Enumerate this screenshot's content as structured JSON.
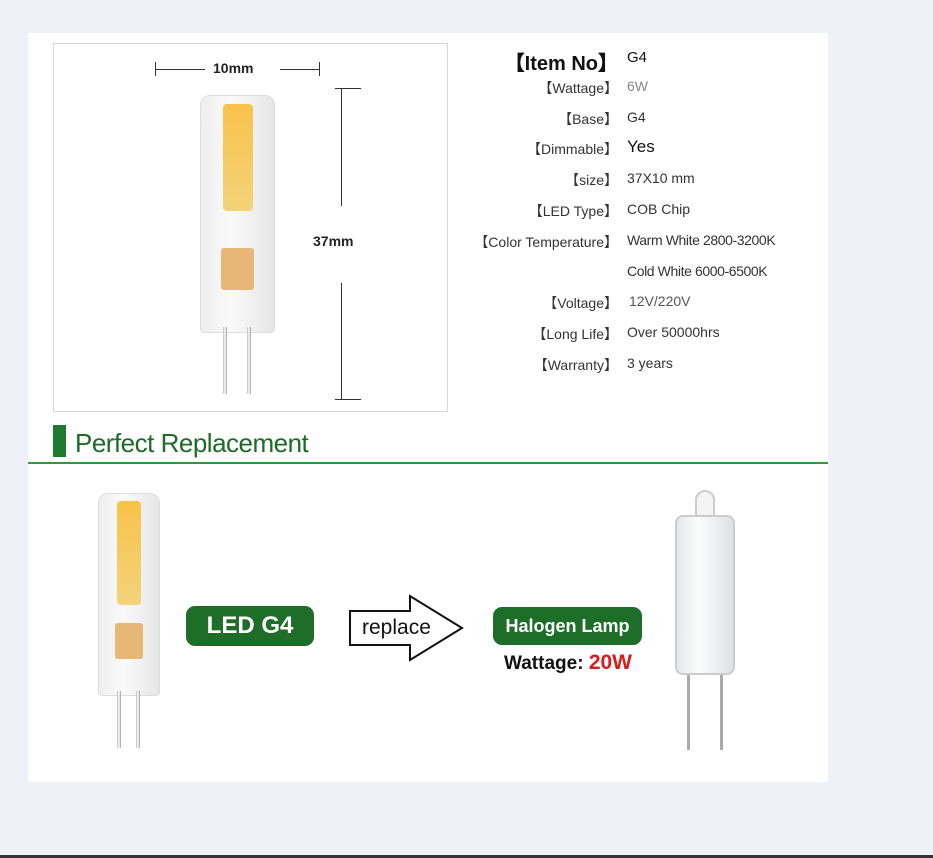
{
  "diagram": {
    "width_label": "10mm",
    "height_label": "37mm"
  },
  "specs": [
    {
      "key": "【Item No】",
      "value": "G4"
    },
    {
      "key": "【Wattage】",
      "value": "6W"
    },
    {
      "key": "【Base】",
      "value": "G4"
    },
    {
      "key": "【Dimmable】",
      "value": "Yes"
    },
    {
      "key": "【size】",
      "value": "37X10 mm"
    },
    {
      "key": "【LED Type】",
      "value": "COB Chip"
    },
    {
      "key": "【Color Temperature】",
      "value": "Warm White 2800-3200K"
    },
    {
      "key": "",
      "value": "Cold White 6000-6500K"
    },
    {
      "key": "【Voltage】",
      "value": "12V/220V"
    },
    {
      "key": "【Long Life】",
      "value": "Over 50000hrs"
    },
    {
      "key": "【Warranty】",
      "value": "3 years"
    }
  ],
  "section_title": "Perfect Replacement",
  "comparison": {
    "led_label": "LED G4",
    "arrow_label": "replace",
    "halogen_label": "Halogen Lamp",
    "wattage_label": "Wattage:",
    "wattage_value": "20W"
  },
  "colors": {
    "green": "#1e6e2a",
    "red": "#d91b1b",
    "background": "#eef1f8"
  }
}
